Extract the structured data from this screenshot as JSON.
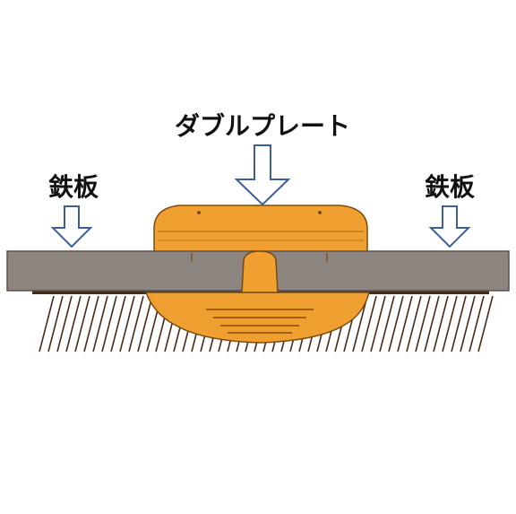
{
  "labels": {
    "center": "ダブルプレート",
    "left": "鉄板",
    "right": "鉄板"
  },
  "colors": {
    "steel_plate_fill": "#8c8580",
    "steel_plate_edge": "#5a5350",
    "plate_orange": "#f0a030",
    "plate_orange_dark": "#d88820",
    "plate_outline": "#7a4a10",
    "ground_line": "#4a2a18",
    "arrow_stroke": "#3c5f9a"
  }
}
